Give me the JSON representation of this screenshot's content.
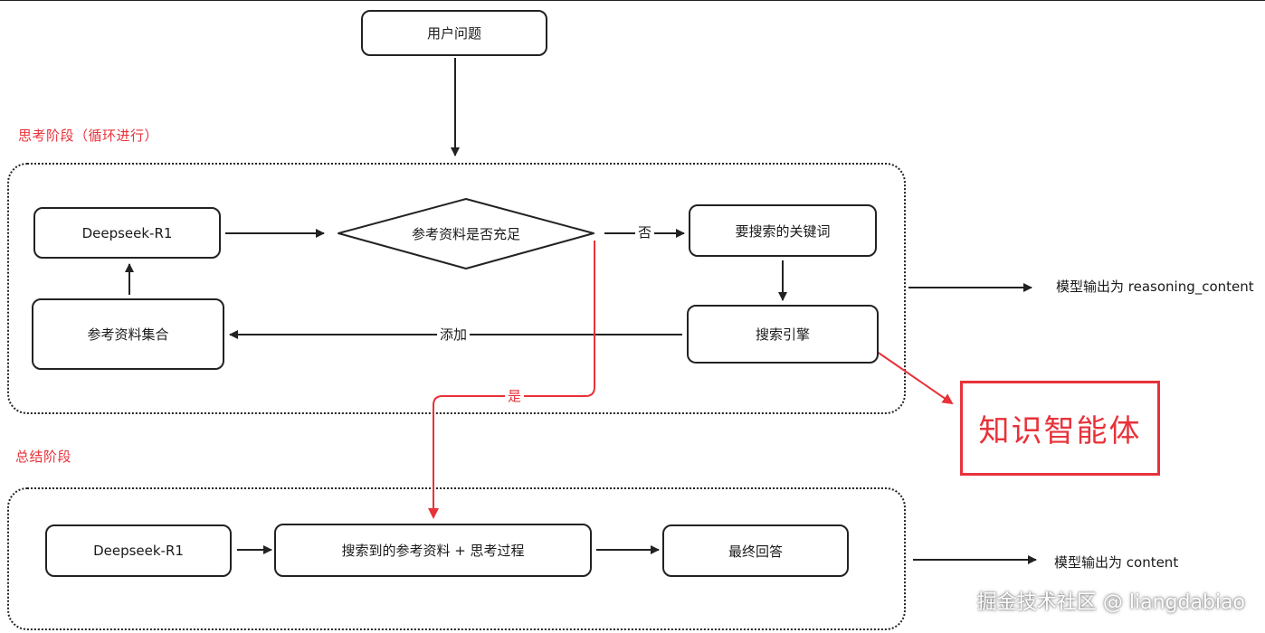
{
  "nodes": {
    "user_question": "用户问题",
    "deepseek_think": "Deepseek-R1",
    "decision": "参考资料是否充足",
    "keywords": "要搜索的关键词",
    "search_engine": "搜索引擎",
    "reference_set": "参考资料集合",
    "deepseek_summary": "Deepseek-R1",
    "searched_refs": "搜索到的参考资料 + 思考过程",
    "final_answer": "最终回答"
  },
  "stages": {
    "thinking": "思考阶段（循环进行）",
    "summary": "总结阶段"
  },
  "edge_labels": {
    "no": "否",
    "add": "添加",
    "yes": "是"
  },
  "outputs": {
    "thinking_output": "模型输出为 reasoning_content",
    "summary_output": "模型输出为 content"
  },
  "callout": {
    "text": "知识智能体",
    "color": "#e8323a"
  },
  "watermark": "掘金技术社区 @ liangdabiao",
  "colors": {
    "accent_red": "#e8323a",
    "line": "#222222"
  }
}
